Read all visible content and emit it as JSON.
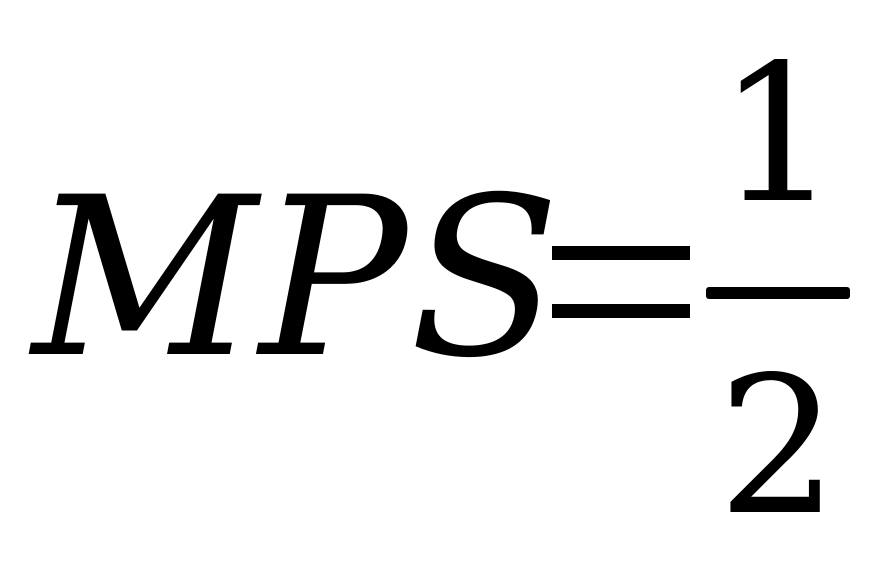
{
  "formula": {
    "lhs": "MPS",
    "numerator": "1",
    "denominator": "2"
  }
}
